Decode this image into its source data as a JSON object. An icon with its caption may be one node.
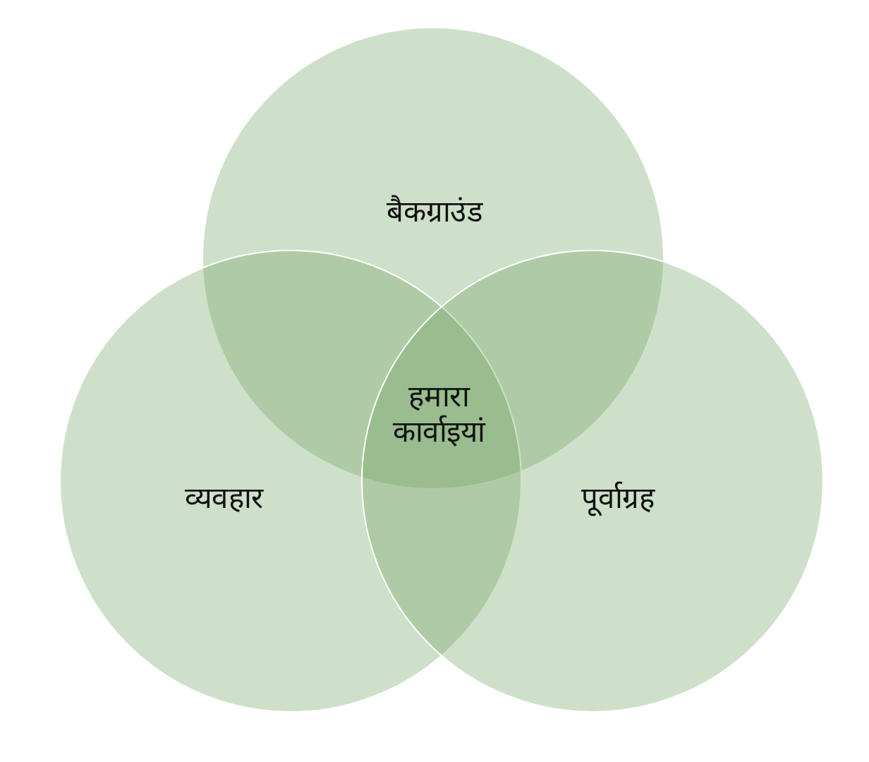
{
  "diagram": {
    "nodes": [
      {
        "text": [
          "बैकग्राउंड"
        ]
      },
      {
        "text": [
          "व्यवहार"
        ]
      },
      {
        "text": [
          "पूर्वाग्रह"
        ]
      }
    ],
    "labels": [
      "हमारा कार्वाइयां"
    ]
  }
}
